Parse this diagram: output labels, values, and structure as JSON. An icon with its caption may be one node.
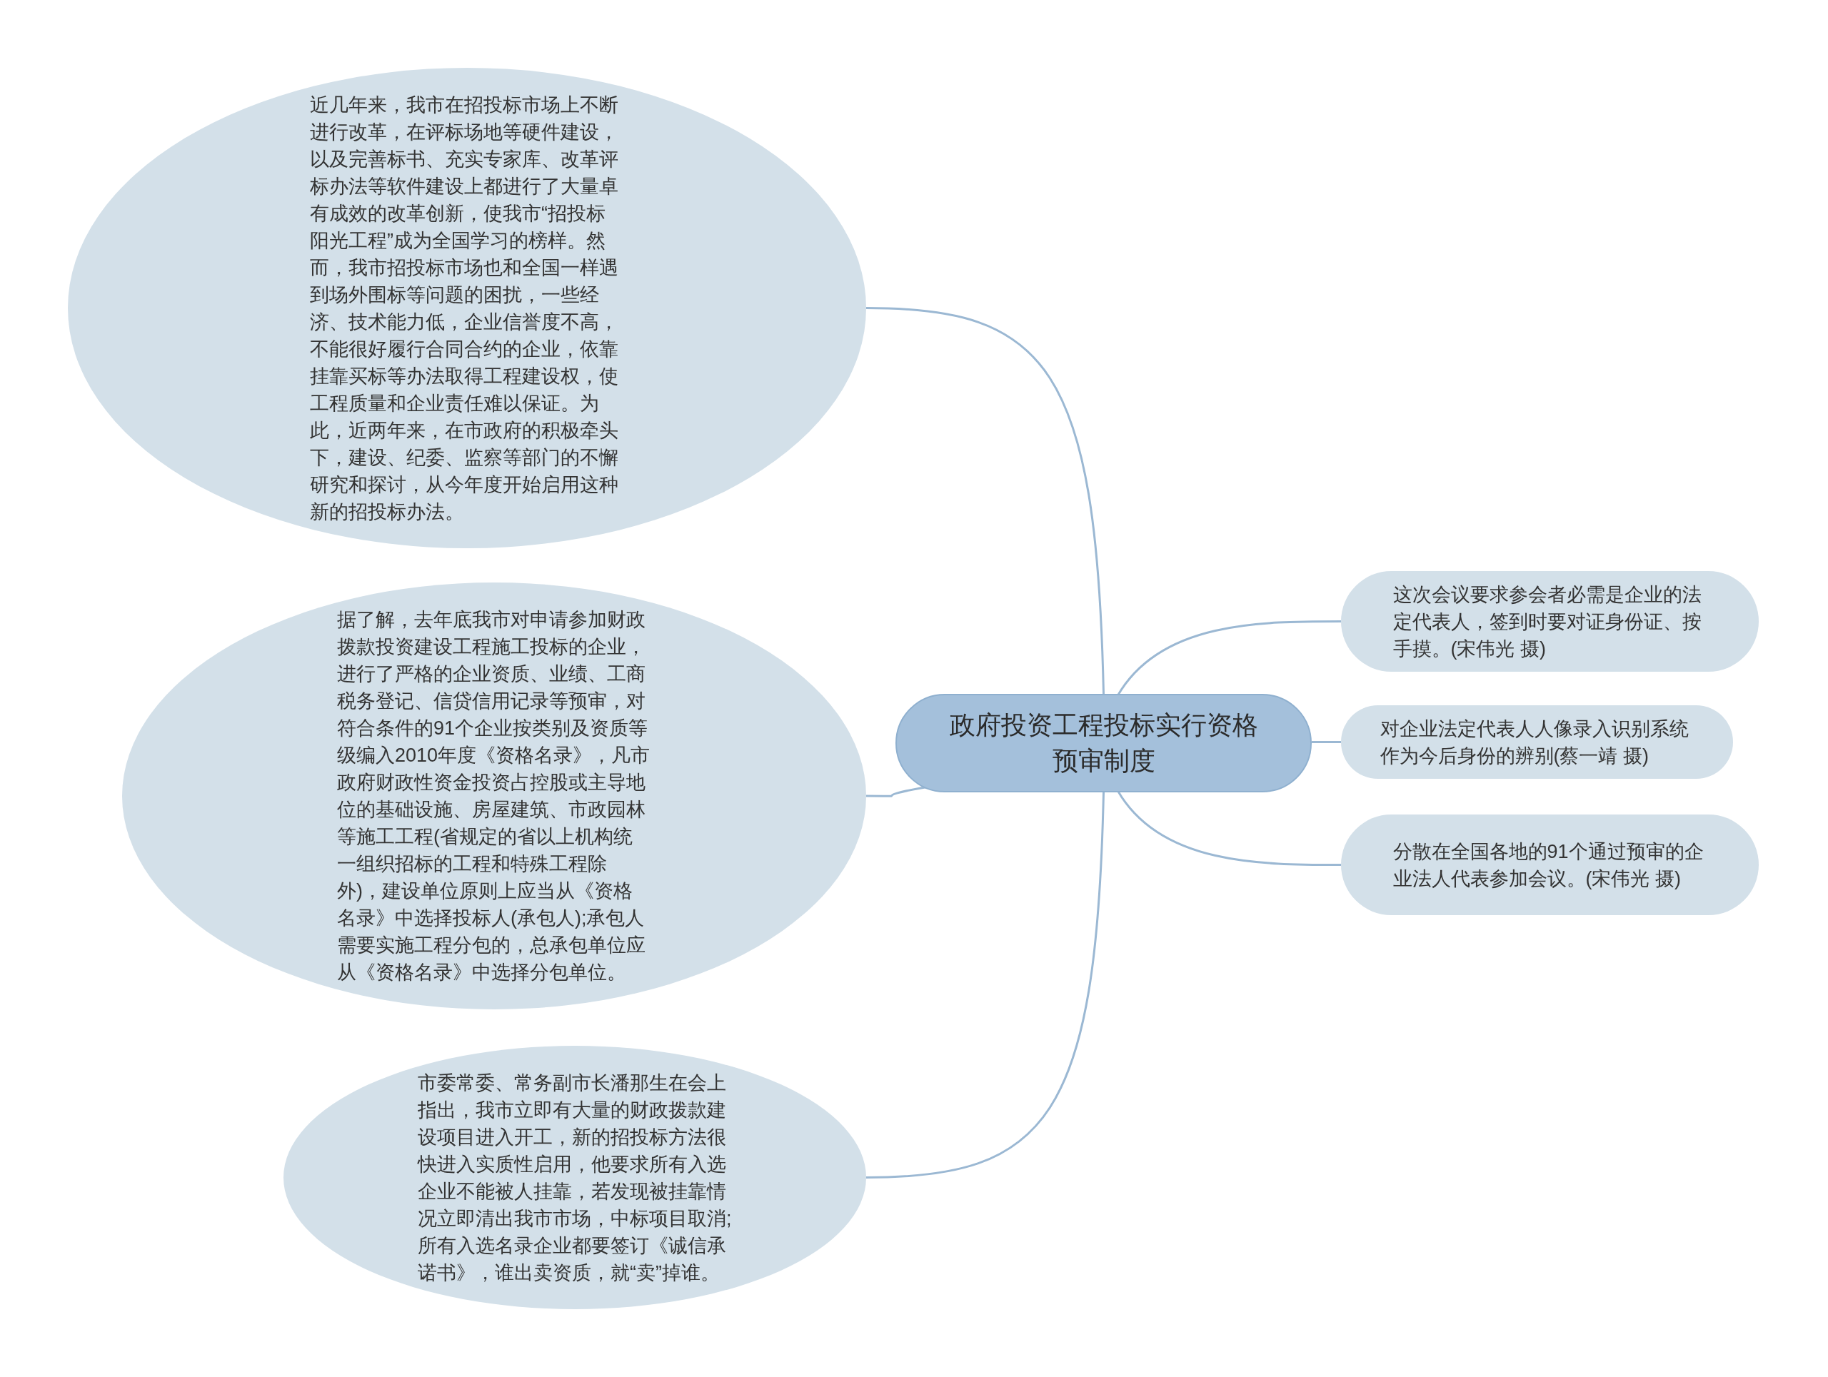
{
  "diagram": {
    "nodes": [
      {
        "text": [
          "政府投资工程投标实行资格预审制度"
        ]
      },
      {
        "text": [
          "近几年来，我市在招投标市场上不断进行改革，在评标场地等硬件建设，以及完善标书、充实专家库、改革评标办法等软件建设上都进行了大量卓有成效的改革创新，使我市“招投标阳光工程”成为全国学习的榜样。然而，我市招投标市场也和全国一样遇到场外围标等问题的困扰，一些经济、技术能力低，企业信誉度不高，不能很好履行合同合约的企业，依靠挂靠买标等办法取得工程建设权，使工程质量和企业责任难以保证。为此，近两年来，在市政府的积极牵头下，建设、纪委、监察等部门的不懈研究和探讨，从今年度开始启用这种新的招投标办法。"
        ]
      },
      {
        "text": [
          "据了解，去年底我市对申请参加财政拨款投资建设工程施工投标的企业，进行了严格的企业资质、业绩、工商税务登记、信贷信用记录等预审，对符合条件的91个企业按类别及资质等级编入2010年度《资格名录》，凡市政府财政性资金投资占控股或主导地位的基础设施、房屋建筑、市政园林等施工工程(省规定的省以上机构统一组织招标的工程和特殊工程除外)，建设单位原则上应当从《资格名录》中选择投标人(承包人);承包人需要实施工程分包的，总承包单位应从《资格名录》中选择分包单位。"
        ]
      },
      {
        "text": [
          "市委常委、常务副市长潘那生在会上指出，我市立即有大量的财政拨款建设项目进入开工，新的招投标方法很快进入实质性启用，他要求所有入选企业不能被人挂靠，若发现被挂靠情况立即清出我市市场，中标项目取消;所有入选名录企业都要签订《诚信承诺书》，谁出卖资质，就“卖”掉谁。"
        ]
      },
      {
        "text": [
          "这次会议要求参会者必需是企业的法定代表人，签到时要对证身份证、按手摸。(宋伟光 摄)"
        ]
      },
      {
        "text": [
          "对企业法定代表人人像录入识别系统作为今后身份的辨别(蔡一靖 摄)"
        ]
      },
      {
        "text": [
          "分散在全国各地的91个通过预审的企业法人代表参加会议。(宋伟光 摄)"
        ]
      }
    ],
    "edges": [
      {
        "from": 0,
        "to": 1,
        "arrow": "none"
      },
      {
        "from": 0,
        "to": 2,
        "arrow": "none"
      },
      {
        "from": 0,
        "to": 3,
        "arrow": "none"
      },
      {
        "from": 0,
        "to": 4,
        "arrow": "none"
      },
      {
        "from": 0,
        "to": 5,
        "arrow": "none"
      },
      {
        "from": 0,
        "to": 6,
        "arrow": "none"
      }
    ]
  }
}
